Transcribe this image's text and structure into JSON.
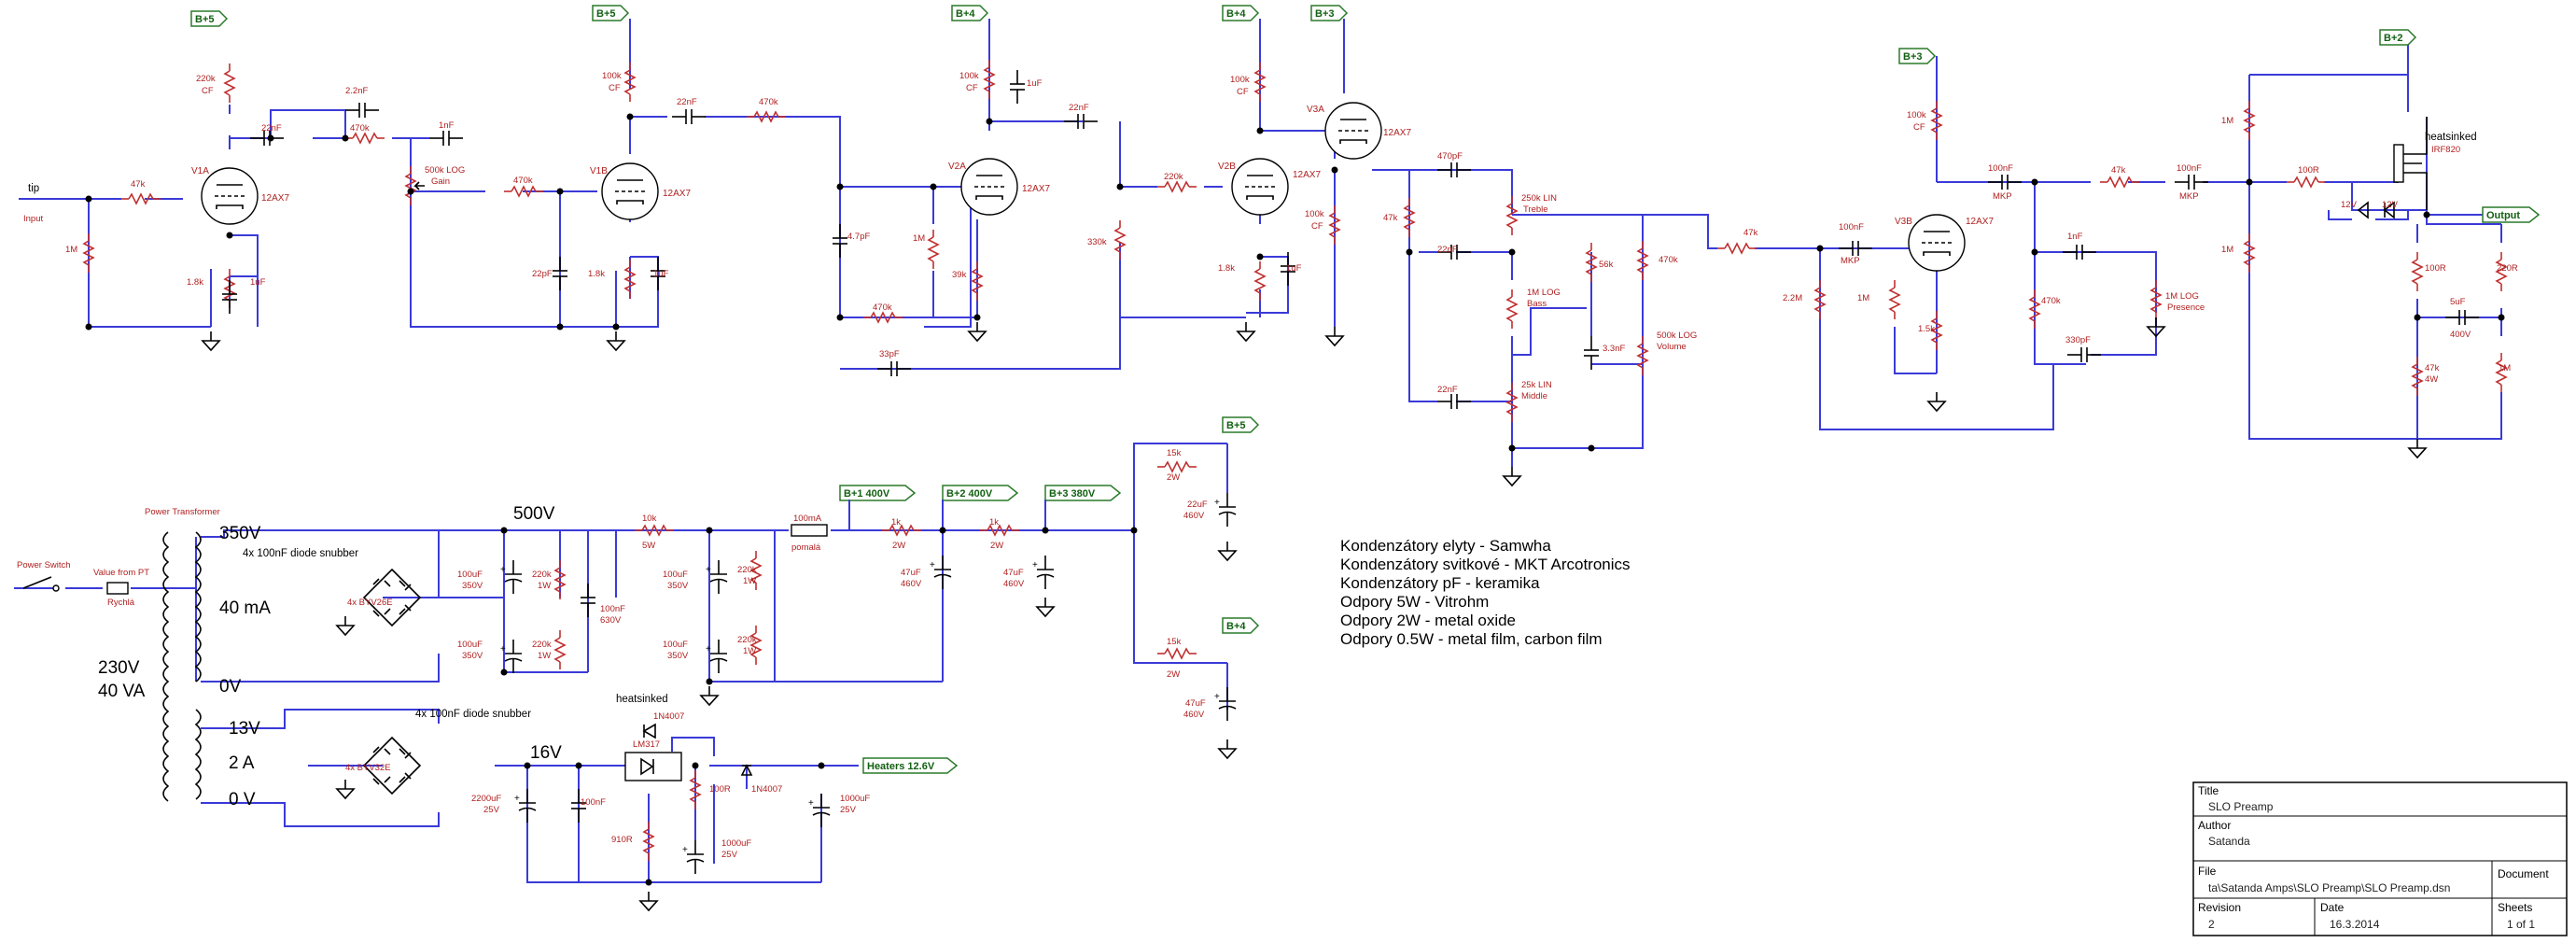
{
  "supply_flags": {
    "bp5_a": "B+5",
    "bp5_b": "B+5",
    "bp4_a": "B+4",
    "bp4_b": "B+4",
    "bp3_a": "B+3",
    "bp3_b": "B+3",
    "bp2": "B+2",
    "bp5_psu": "B+5",
    "bp4_psu": "B+4",
    "bp1_400": "B+1 400V",
    "bp2_400": "B+2 400V",
    "bp3_380": "B+3 380V",
    "heaters": "Heaters 12.6V",
    "output": "Output"
  },
  "tubes": {
    "v1a": "V1A",
    "v1b": "V1B",
    "v2a": "V2A",
    "v2b": "V2B",
    "v3a": "V3A",
    "v3b": "V3B",
    "type": "12AX7"
  },
  "input": {
    "tip": "tip",
    "label": "Input"
  },
  "components": {
    "r220k_cf": "220k",
    "cf": "CF",
    "c22nf_1": "22nF",
    "c2n2": "2.2nF",
    "r470k_1": "470k",
    "c1nf_1": "1nF",
    "r47k_in": "47k",
    "r1m_in": "1M",
    "r1k8_1": "1.8k",
    "c1uf_1": "1uF",
    "gain_pot": "500k LOG",
    "gain": "Gain",
    "r100k_1": "100k",
    "r470k_2": "470k",
    "c22pf": "22pF",
    "r1k8_2": "1.8k",
    "c1uf_2": "1uF",
    "c22nf_2": "22nF",
    "r470k_3": "470k",
    "r100k_2": "100k",
    "c1uf_3": "1uF",
    "c22nf_3": "22nF",
    "c4p7": "4.7pF",
    "r1m_2": "1M",
    "r39k": "39k",
    "r470k_4": "470k",
    "c33pf": "33pF",
    "r330k": "330k",
    "r220k_2": "220k",
    "r100k_3": "100k",
    "r1k8_3": "1.8k",
    "c1uf_4": "1uF",
    "r100k_4": "100k",
    "r47k_2": "47k",
    "c470pf": "470pF",
    "treble_pot": "250k LIN",
    "treble": "Treble",
    "c22nf_4": "22nF",
    "bass_pot": "1M LOG",
    "bass": "Bass",
    "c22nf_5": "22nF",
    "middle_pot": "25k LIN",
    "middle": "Middle",
    "r56k": "56k",
    "c3n3": "3.3nF",
    "r470k_5": "470k",
    "volume_pot": "500k LOG",
    "volume": "Volume",
    "r47k_3": "47k",
    "c100nf_mkp": "100nF",
    "mkp": "MKP",
    "r2m2": "2.2M",
    "r1m_3": "1M",
    "r1k5": "1.5k",
    "r100k_5": "100k",
    "c100nf_2": "100nF",
    "r470k_6": "470k",
    "c1nf_2": "1nF",
    "c330pf": "330pF",
    "presence_pot": "1M LOG",
    "presence": "Presence",
    "r47k_4": "47k",
    "c100nf_3": "100nF",
    "r1m_4": "1M",
    "r1m_5": "1M",
    "r100r_1": "100R",
    "z12v_1": "12V",
    "z12v_2": "12V",
    "mosfet_note": "heatsinked",
    "mosfet": "IRF820",
    "r100r_2": "100R",
    "c5uf": "5uF",
    "c5uf_v": "400V",
    "r220r": "220R",
    "r47k_4w": "47k",
    "r4w": "4W",
    "r1m_6": "1M"
  },
  "power": {
    "switch": "Power Switch",
    "fuse": "Value from PT",
    "fuse_type": "Rychlá",
    "transformer": "Power Transformer",
    "v350": "350V",
    "ma40": "40 mA",
    "v0_1": "0V",
    "va230": "230V",
    "va40": "40 VA",
    "v13": "13V",
    "a2": "2 A",
    "v0_2": "0 V",
    "snubber1": "4x 100nF diode snubber",
    "bridge1": "4x BYV26E",
    "snubber2": "4x 100nF diode snubber",
    "bridge2": "4x BYV32E",
    "v500": "500V",
    "v16": "16V",
    "c100uf_a": "100uF",
    "c350v_a": "350V",
    "r220k_a": "220k",
    "r1w_a": "1W",
    "c100uf_b": "100uF",
    "c350v_b": "350V",
    "r220k_b": "220k",
    "r1w_b": "1W",
    "c100nf_630": "100nF",
    "v630": "630V",
    "r10k": "10k",
    "r5w": "5W",
    "c100uf_c": "100uF",
    "c350v_c": "350V",
    "r220k_c": "220k",
    "r1w_c": "1W",
    "c100uf_d": "100uF",
    "c350v_d": "350V",
    "r220k_d": "220k",
    "r1w_d": "1W",
    "fuse2": "100mA",
    "fuse2_type": "pomalá",
    "r1k_a": "1k",
    "r2w_a": "2W",
    "r1k_b": "1k",
    "r2w_b": "2W",
    "c47uf_a": "47uF",
    "c460v_a": "460V",
    "c47uf_b": "47uF",
    "c460v_b": "460V",
    "r15k_a": "15k",
    "r2w_c": "2W",
    "c22uf": "22uF",
    "c460v_c": "460V",
    "r15k_b": "15k",
    "r2w_d": "2W",
    "c47uf_c": "47uF",
    "c460v_d": "460V",
    "reg_note": "heatsinked",
    "reg": "LM317",
    "d1n4007_a": "1N4007",
    "d1n4007_b": "1N4007",
    "c2200uf": "2200uF",
    "c25v_a": "25V",
    "c100nf_h": "100nF",
    "r100r": "100R",
    "r910r": "910R",
    "c1000uf_a": "1000uF",
    "c25v_b": "25V",
    "c1000uf_b": "1000uF",
    "c25v_c": "25V"
  },
  "notes": [
    "Kondenzátory elyty - Samwha",
    "Kondenzátory svitkové - MKT Arcotronics",
    "Kondenzátory pF - keramika",
    "Odpory 5W - Vitrohm",
    "Odpory 2W - metal oxide",
    "Odpory 0.5W - metal film, carbon film"
  ],
  "title_block": {
    "title_label": "Title",
    "title": "SLO Preamp",
    "author_label": "Author",
    "author": "Satanda",
    "file_label": "File",
    "file": "ta\\Satanda Amps\\SLO Preamp\\SLO Preamp.dsn",
    "document_label": "Document",
    "revision_label": "Revision",
    "revision": "2",
    "date_label": "Date",
    "date": "16.3.2014",
    "sheets_label": "Sheets",
    "sheets": "1 of 1"
  },
  "colors": {
    "wire": "#3a3ad8",
    "label": "#b02020",
    "flag": "#126012"
  }
}
